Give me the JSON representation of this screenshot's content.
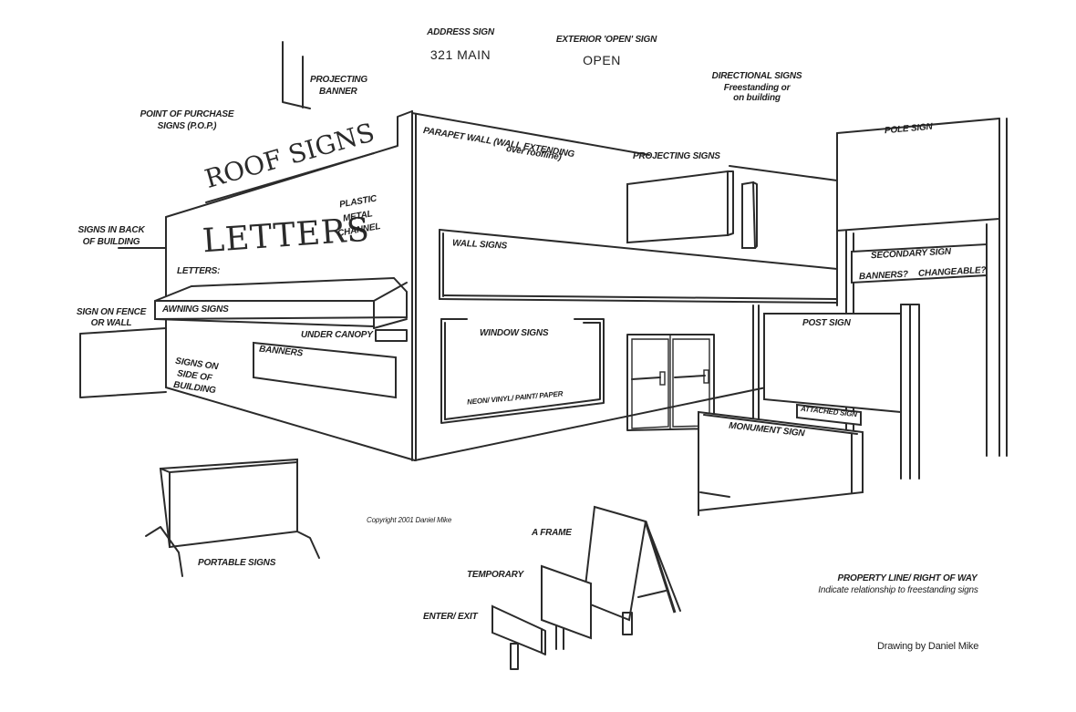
{
  "title": "Types of Signs - Storefront Diagram",
  "labels": {
    "address_sign": "ADDRESS SIGN",
    "address_value": "321 MAIN",
    "open_sign": "EXTERIOR 'OPEN' SIGN",
    "open_value": "OPEN",
    "directional_title": "DIRECTIONAL SIGNS",
    "directional_sub1": "Freestanding or",
    "directional_sub2": "on building",
    "projecting_banner_1": "PROJECTING",
    "projecting_banner_2": "BANNER",
    "pop_1": "POINT OF PURCHASE",
    "pop_2": "SIGNS (P.O.P.)",
    "roof_signs": "ROOF SIGNS",
    "parapet_1": "PARAPET WALL (Wall extending",
    "parapet_2": "over roofline)",
    "projecting_signs": "PROJECTING SIGNS",
    "pole_sign": "POLE SIGN",
    "letters_big": "LETTERS",
    "letters_types": [
      "PLASTIC",
      "METAL",
      "CHANNEL"
    ],
    "letters_small": "LETTERS:",
    "signs_back_1": "SIGNS IN BACK",
    "signs_back_2": "OF BUILDING",
    "wall_signs": "WALL SIGNS",
    "secondary_sign": "SECONDARY SIGN",
    "secondary_banners": "BANNERS?",
    "secondary_changeable": "CHANGEABLE?",
    "fence_1": "SIGN ON FENCE",
    "fence_2": "OR WALL",
    "awning_signs": "AWNING SIGNS",
    "under_canopy": "UNDER CANOPY",
    "banners": "BANNERS",
    "side_1": "SIGNS ON",
    "side_2": "SIDE OF",
    "side_3": "BUILDING",
    "window_signs": "WINDOW SIGNS",
    "window_materials": "NEON/ VINYL/ PAINT/ PAPER",
    "post_sign": "POST SIGN",
    "attached_sign": "ATTACHED SIGN",
    "monument_sign": "MONUMENT SIGN",
    "portable_signs": "PORTABLE SIGNS",
    "copyright": "Copyright 2001 Daniel Mike",
    "a_frame": "A FRAME",
    "temporary": "TEMPORARY",
    "enter_exit": "ENTER/ EXIT",
    "property_line_1": "PROPERTY LINE/ RIGHT OF WAY",
    "property_line_2": "Indicate relationship to freestanding signs",
    "credit": "Drawing by Daniel Mike"
  }
}
